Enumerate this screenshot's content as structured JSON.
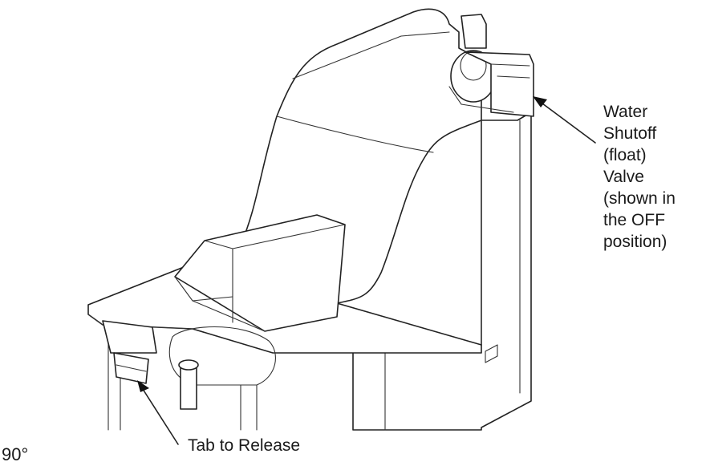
{
  "figure": {
    "callouts": {
      "water_shutoff_lines": [
        "Water",
        "Shutoff",
        "(float)",
        "Valve",
        "(shown in",
        "the OFF",
        "position)"
      ],
      "tab_release": "Tab to Release"
    },
    "angle": "90°",
    "line_color": "#222222",
    "background": "#ffffff"
  }
}
